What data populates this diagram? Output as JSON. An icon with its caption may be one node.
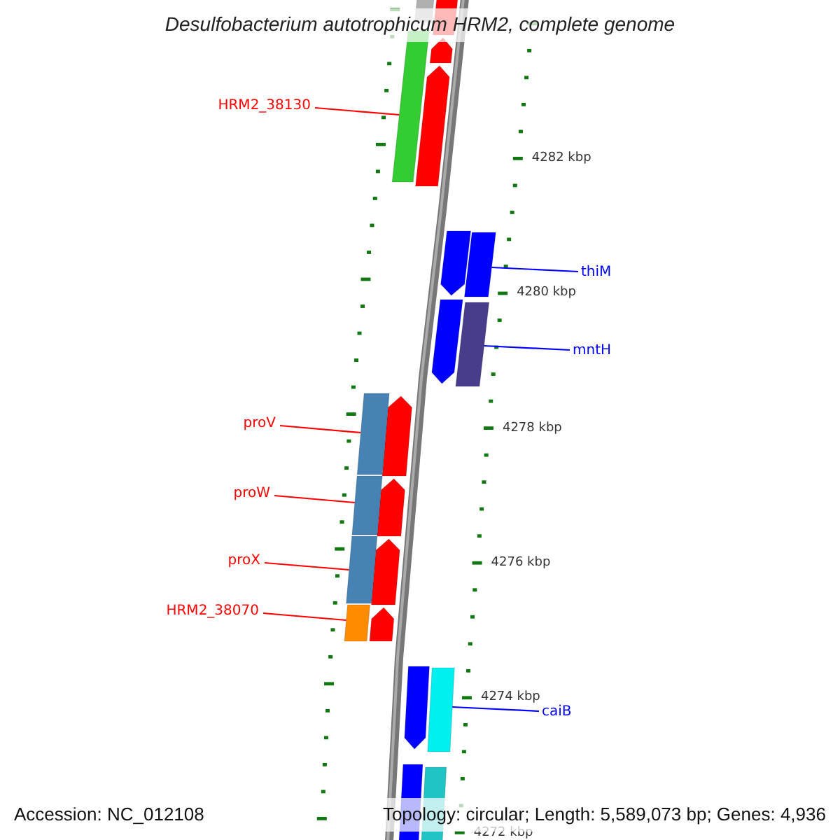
{
  "diagram": {
    "title": "Desulfobacterium autotrophicum HRM2, complete genome",
    "nodes": [
      {
        "text": [
          "HRM2_38130"
        ]
      },
      {
        "text": [
          "thiM"
        ]
      },
      {
        "text": [
          "mntH"
        ]
      },
      {
        "text": [
          "proV"
        ]
      },
      {
        "text": [
          "proW"
        ]
      },
      {
        "text": [
          "proX"
        ]
      },
      {
        "text": [
          "HRM2_38070"
        ]
      },
      {
        "text": [
          "caiB"
        ]
      },
      {
        "text": [],
        "shape": "bar"
      },
      {
        "text": [],
        "shape": "bar"
      },
      {
        "text": [],
        "shape": "bar"
      },
      {
        "text": [],
        "shape": "bar"
      },
      {
        "text": [],
        "shape": "bar"
      },
      {
        "text": [],
        "shape": "bar"
      },
      {
        "text": [],
        "shape": "bar"
      },
      {
        "text": [],
        "shape": "bar"
      },
      {
        "text": [],
        "shape": "bar"
      },
      {
        "text": [],
        "shape": "bar"
      },
      {
        "text": [],
        "shape": "bar"
      },
      {
        "text": [],
        "shape": "bar"
      },
      {
        "text": [],
        "shape": "bar"
      },
      {
        "text": [],
        "shape": "bar"
      },
      {
        "text": [],
        "shape": "bar"
      },
      {
        "text": [],
        "shape": "bar"
      },
      {
        "text": [],
        "shape": "bar"
      },
      {
        "text": [],
        "shape": "bar"
      },
      {
        "text": [],
        "shape": "bar"
      },
      {
        "text": [],
        "shape": "bar"
      },
      {
        "text": [],
        "shape": "bar"
      }
    ],
    "edges": [
      {
        "from": 0,
        "to": 8,
        "arrow": "none"
      },
      {
        "from": 1,
        "to": 9,
        "arrow": "none",
        "color": "#0000ff"
      },
      {
        "from": 2,
        "to": 10,
        "arrow": "none",
        "color": "#0000ff"
      },
      {
        "from": 3,
        "to": 11,
        "arrow": "none"
      },
      {
        "from": 4,
        "to": 12,
        "arrow": "none"
      },
      {
        "from": 5,
        "to": 13,
        "arrow": "none"
      },
      {
        "from": 6,
        "to": 14,
        "arrow": "none"
      },
      {
        "from": 7,
        "to": 15,
        "arrow": "none",
        "color": "#0000ff"
      }
    ],
    "labels": [
      "4282 kbp",
      "4280 kbp",
      "4278 kbp",
      "4276 kbp",
      "4274 kbp",
      "4272 kbp",
      "Accession: NC_012108",
      "Topology: circular; Length: 5,589,073 bp; Genes: 4,936"
    ]
  }
}
